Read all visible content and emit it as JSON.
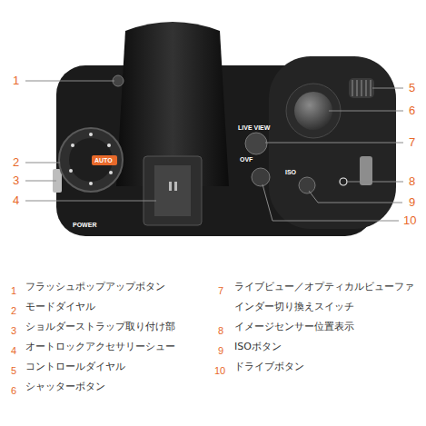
{
  "diagram": {
    "labels": [
      "1",
      "2",
      "3",
      "4",
      "5",
      "6",
      "7",
      "8",
      "9",
      "10",
      "AUTO",
      "POWER",
      "LIVE VIEW",
      "OVF",
      "ISO",
      "1",
      "フラッシュポップアップボタン",
      "2",
      "モードダイヤル",
      "3",
      "ショルダーストラップ取り付け部",
      "4",
      "オートロックアクセサリーシュー",
      "5",
      "コントロールダイヤル",
      "6",
      "シャッターボタン",
      "7",
      "ライブビュー／オプティカルビューファインダー切り換えスイッチ",
      "8",
      "イメージセンサー位置表示",
      "9",
      "ISOボタン",
      "10",
      "ドライブボタン"
    ]
  }
}
